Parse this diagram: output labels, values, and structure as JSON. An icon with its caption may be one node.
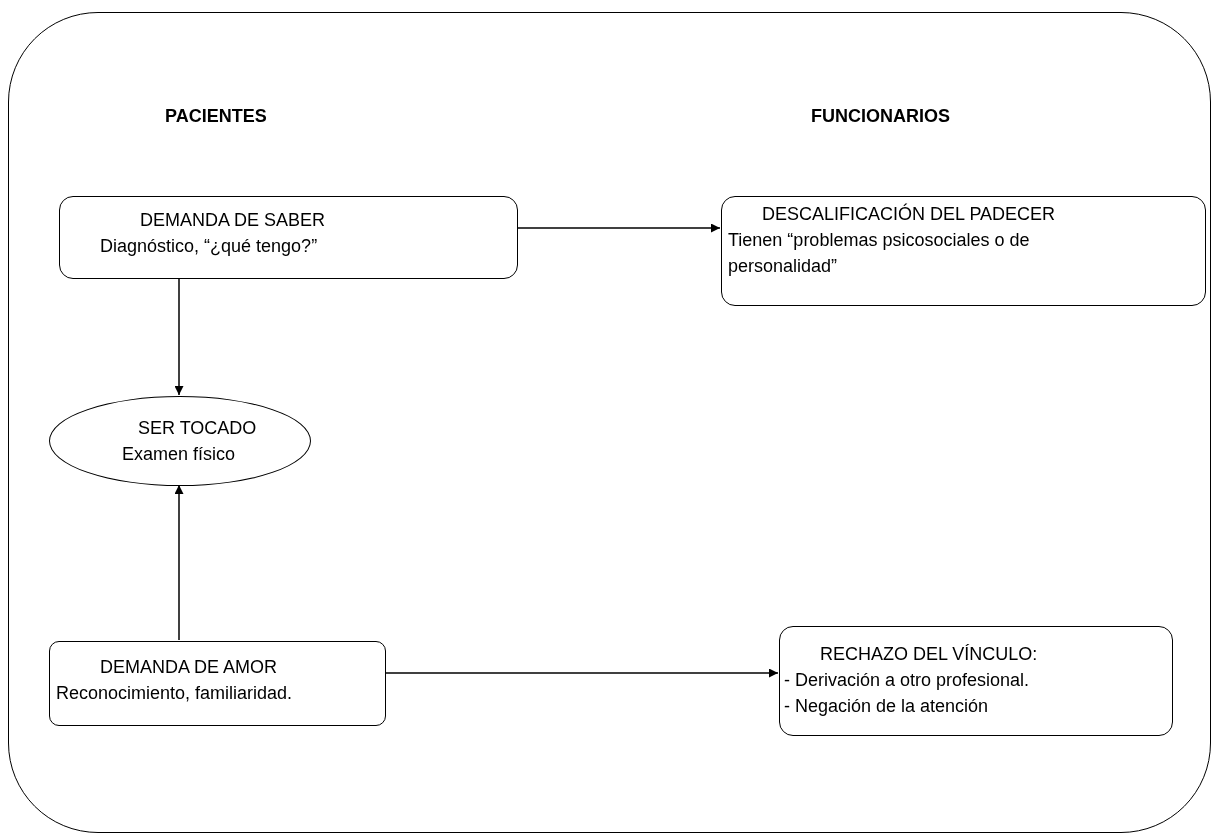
{
  "diagram": {
    "nodes": [
      {
        "text": [],
        "shape": "box"
      },
      {
        "text": [
          "DEMANDA DE SABER",
          "Diagnóstico, “¿qué tengo?”"
        ],
        "in": 0
      },
      {
        "text": [
          "DESCALIFICACIÓN DEL PADECER",
          "Tienen “problemas psicosociales o de personalidad”"
        ],
        "in": 0
      },
      {
        "text": [
          "SER TOCADO",
          "Examen físico"
        ],
        "in": 0
      },
      {
        "text": [
          "DEMANDA DE AMOR",
          "Reconocimiento, familiaridad."
        ],
        "in": 0
      },
      {
        "text": [
          "RECHAZO DEL VÍNCULO:",
          "- Derivación a otro profesional.",
          "- Negación de la atención"
        ],
        "in": 0
      }
    ],
    "edges": [
      {
        "from": 1,
        "to": 2,
        "arrow": "to"
      },
      {
        "from": 1,
        "to": 3,
        "arrow": "to"
      },
      {
        "from": 4,
        "to": 3,
        "arrow": "to"
      },
      {
        "from": 4,
        "to": 5,
        "arrow": "to"
      }
    ],
    "labels": [
      "PACIENTES",
      "FUNCIONARIOS"
    ]
  }
}
